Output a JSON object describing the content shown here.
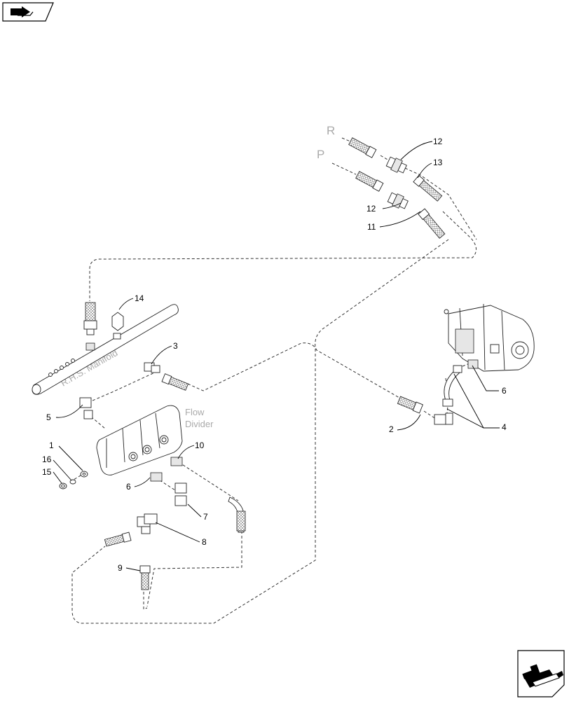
{
  "labels": {
    "ghost_r": "R",
    "ghost_p": "P",
    "manifold": "R.H.S. Manifold",
    "flow_line1": "Flow",
    "flow_line2": "Divider"
  },
  "callouts": {
    "c1": "1",
    "c2": "2",
    "c3": "3",
    "c4": "4",
    "c5": "5",
    "c6a": "6",
    "c6b": "6",
    "c7": "7",
    "c8": "8",
    "c9": "9",
    "c10": "10",
    "c11": "11",
    "c12a": "12",
    "c12b": "12",
    "c13": "13",
    "c14": "14",
    "c15": "15",
    "c16": "16"
  },
  "icons": {
    "back": "back-arrow-icon",
    "next": "next-arrow-icon"
  }
}
